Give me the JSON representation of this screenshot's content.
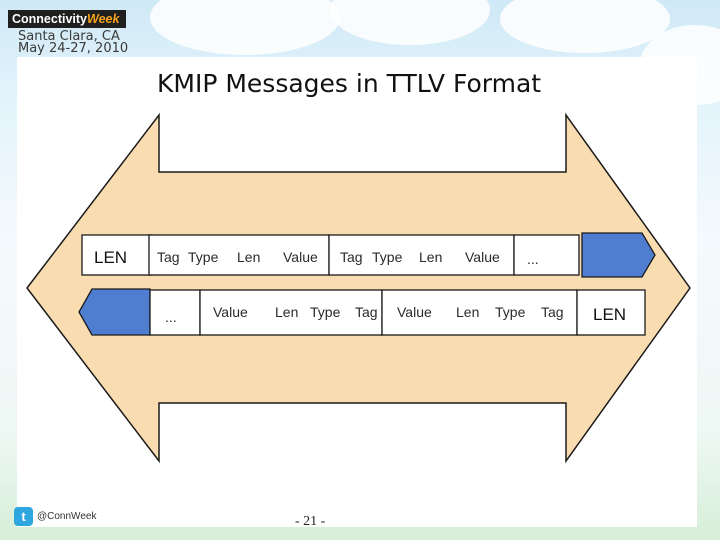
{
  "header": {
    "logo_part1": "Connectivity",
    "logo_part2": "Week",
    "location": "Santa Clara, CA",
    "dates": "May 24-27, 2010"
  },
  "slide": {
    "title": "KMIP Messages in TTLV Format",
    "page_number": "- 21 -"
  },
  "diagram": {
    "top_row": {
      "start_box": "LEN",
      "labels": [
        "Tag",
        "Type",
        "Len",
        "Value",
        "Tag",
        "Type",
        "Len",
        "Value"
      ],
      "ellipsis": "..."
    },
    "bottom_row": {
      "ellipsis": "...",
      "labels": [
        "Value",
        "Len",
        "Type",
        "Tag",
        "Value",
        "Len",
        "Type",
        "Tag"
      ],
      "end_box": "LEN"
    },
    "colors": {
      "arrow_fill": "#fadcb1",
      "box_fill": "#ffffff",
      "blue_block": "#4f7ed0",
      "outline": "#1a1a1a"
    }
  },
  "footer": {
    "twitter_icon": "t",
    "handle": "@ConnWeek"
  }
}
